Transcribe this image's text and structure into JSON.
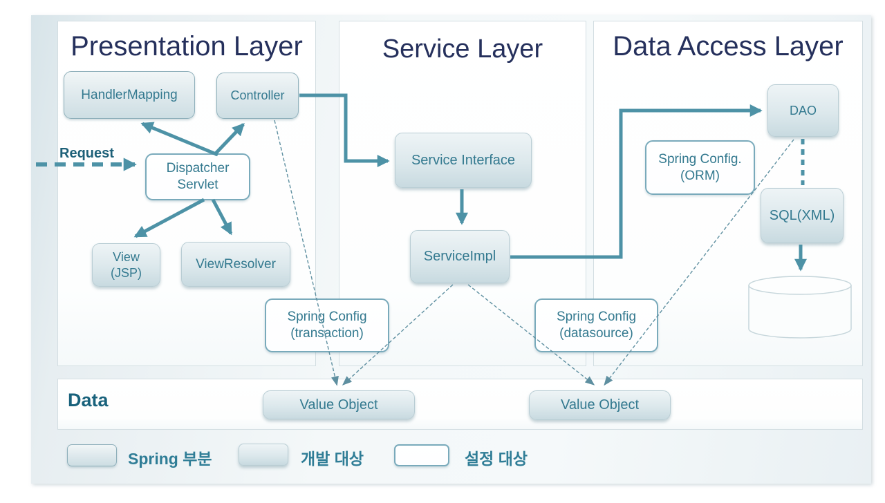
{
  "layers": [
    {
      "title": "Presentation Layer"
    },
    {
      "title": "Service Layer"
    },
    {
      "title": "Data Access Layer"
    }
  ],
  "sections": {
    "data_row_label": "Data"
  },
  "nodes": {
    "handler_mapping": "HandlerMapping",
    "controller": "Controller",
    "dispatcher_servlet": "Dispatcher\nServlet",
    "view_jsp": "View\n(JSP)",
    "view_resolver": "ViewResolver",
    "spring_config_transaction": "Spring Config\n(transaction)",
    "service_interface": "Service Interface",
    "service_impl": "ServiceImpl",
    "spring_config_datasource": "Spring Config\n(datasource)",
    "spring_config_orm": "Spring Config.\n(ORM)",
    "dao": "DAO",
    "sql_xml": "SQL(XML)",
    "database": "DataBase",
    "value_object_1": "Value Object",
    "value_object_2": "Value Object"
  },
  "flow_labels": {
    "request": "Request"
  },
  "legend": [
    {
      "label": "Spring 부분",
      "style": "spring-part"
    },
    {
      "label": "개발 대상",
      "style": "development-target"
    },
    {
      "label": "설정 대상",
      "style": "configuration-target"
    }
  ],
  "edges": [
    {
      "from": "dispatcher_servlet",
      "to": "handler_mapping",
      "style": "solid-arrow"
    },
    {
      "from": "dispatcher_servlet",
      "to": "controller",
      "style": "solid-arrow"
    },
    {
      "from": "dispatcher_servlet",
      "to": "view_jsp",
      "style": "solid-arrow"
    },
    {
      "from": "dispatcher_servlet",
      "to": "view_resolver",
      "style": "solid-arrow"
    },
    {
      "from": "request",
      "to": "dispatcher_servlet",
      "style": "thick-dashed-arrow"
    },
    {
      "from": "controller",
      "to": "service_interface",
      "style": "solid-elbow-arrow"
    },
    {
      "from": "service_interface",
      "to": "service_impl",
      "style": "solid-arrow"
    },
    {
      "from": "service_impl",
      "to": "dao",
      "style": "solid-elbow-arrow"
    },
    {
      "from": "dao",
      "to": "sql_xml",
      "style": "thick-dashed"
    },
    {
      "from": "sql_xml",
      "to": "database",
      "style": "solid-arrow"
    },
    {
      "from": "controller",
      "to": "value_object_1",
      "style": "thin-dashed-arrow"
    },
    {
      "from": "service_impl",
      "to": "value_object_1",
      "style": "thin-dashed-arrow"
    },
    {
      "from": "service_impl",
      "to": "value_object_2",
      "style": "thin-dashed-arrow"
    },
    {
      "from": "dao",
      "to": "value_object_2",
      "style": "thin-dashed-arrow"
    }
  ],
  "colors": {
    "arrow": "#4d92a6",
    "dashed_arrow": "#5e8fa0",
    "layer_title": "#25305c",
    "node_text": "#33798f",
    "accent_text": "#19627c"
  }
}
